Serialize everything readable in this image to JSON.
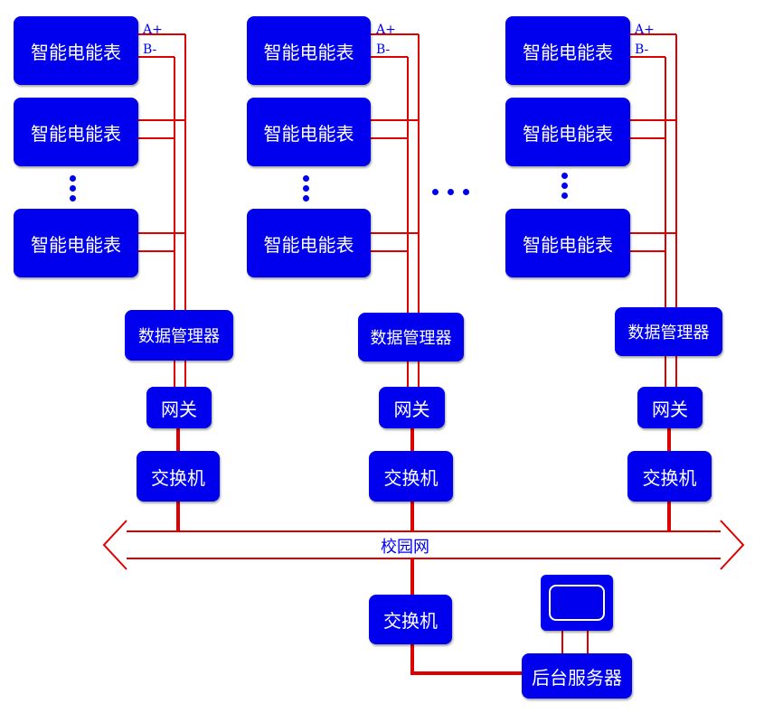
{
  "labels": {
    "meter": "智能电能表",
    "bus_a": "A+",
    "bus_b": "B-",
    "data_manager": "数据管理器",
    "gateway": "网关",
    "switch": "交换机",
    "campus_network": "校园网",
    "backend_server": "后台服务器"
  },
  "colors": {
    "box": "#0000ee",
    "wire": "#dd0000",
    "text": "#ffffff"
  }
}
